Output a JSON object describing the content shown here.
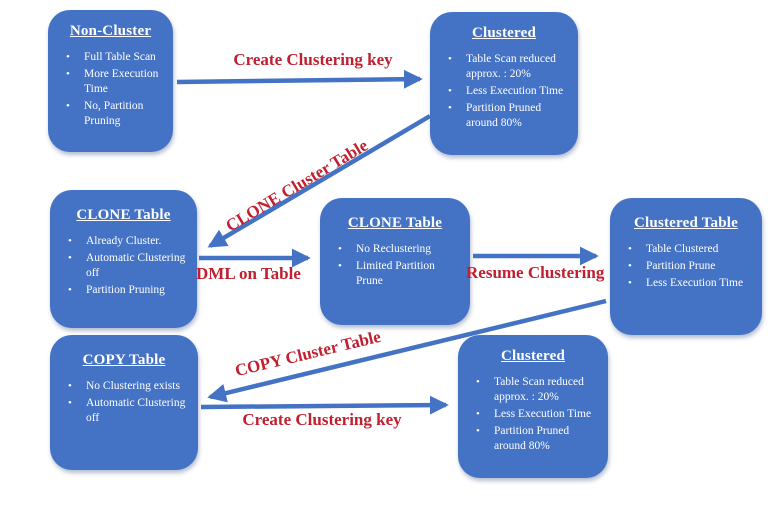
{
  "colors": {
    "box_fill": "#4472C4",
    "arrow": "#4472C4",
    "label_red": "#C02030",
    "box_text": "#ffffff",
    "background": "#ffffff"
  },
  "boxes": [
    {
      "id": "non-cluster",
      "title": "Non-Cluster",
      "bullets": [
        "Full Table Scan",
        "More Execution Time",
        "No, Partition Pruning"
      ]
    },
    {
      "id": "clustered-top",
      "title": "Clustered",
      "bullets": [
        "Table Scan reduced approx. : 20%",
        "Less Execution Time",
        "Partition Pruned around 80%"
      ]
    },
    {
      "id": "clone-left",
      "title": "CLONE Table",
      "bullets": [
        "Already Cluster.",
        "Automatic Clustering off",
        "Partition Pruning"
      ]
    },
    {
      "id": "clone-mid",
      "title": "CLONE Table",
      "bullets": [
        "No Reclustering",
        "Limited Partition Prune"
      ]
    },
    {
      "id": "clustered-table",
      "title": "Clustered Table",
      "bullets": [
        "Table Clustered",
        "Partition Prune",
        "Less Execution Time"
      ]
    },
    {
      "id": "copy-table",
      "title": "COPY Table",
      "bullets": [
        "No Clustering exists",
        "Automatic Clustering off"
      ]
    },
    {
      "id": "clustered-bottom",
      "title": "Clustered",
      "bullets": [
        "Table Scan reduced approx. : 20%",
        "Less Execution Time",
        "Partition Pruned around 80%"
      ]
    }
  ],
  "arrows": [
    {
      "id": "create-clustering-key-top",
      "label": "Create Clustering key"
    },
    {
      "id": "clone-cluster-table",
      "label": "CLONE Cluster Table"
    },
    {
      "id": "dml-on-table",
      "label": "DML on Table"
    },
    {
      "id": "resume-clustering",
      "label": "Resume Clustering"
    },
    {
      "id": "copy-cluster-table",
      "label": "COPY Cluster Table"
    },
    {
      "id": "create-clustering-key-bottom",
      "label": "Create Clustering key"
    }
  ]
}
